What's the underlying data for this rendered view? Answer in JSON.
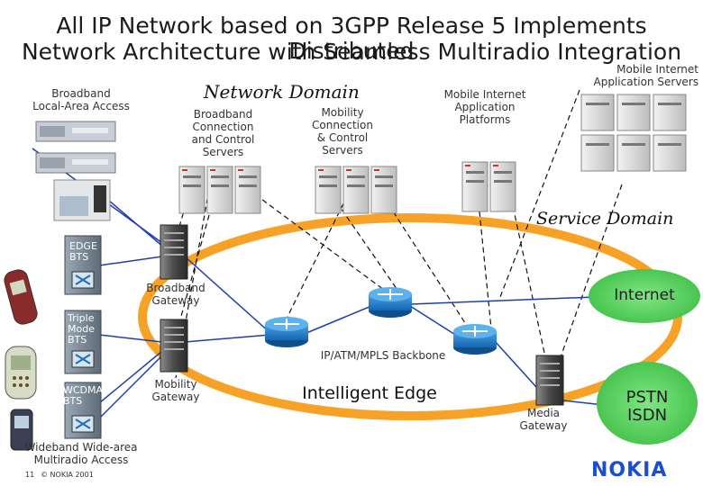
{
  "title": {
    "line1": "All IP Network based on 3GPP Release 5 Implements Distributed",
    "line2": "Network Architecture with Seamless Multiradio Integration"
  },
  "labels": {
    "mobile_internet_app_servers": [
      "Mobile Internet",
      "Application Servers"
    ],
    "broadband_lan": [
      "Broadband",
      "Local-Area Access"
    ],
    "network_domain": "Network Domain",
    "broadband_connection_servers": [
      "Broadband",
      "Connection",
      "and Control",
      "Servers"
    ],
    "mobility_connection_servers": [
      "Mobility",
      "Connection",
      "& Control",
      "Servers"
    ],
    "mobile_internet_app_platforms": [
      "Mobile Internet",
      "Application",
      "Platforms"
    ],
    "service_domain": "Service Domain",
    "edge_bts": [
      "EDGE",
      "BTS"
    ],
    "triple_mode_bts": [
      "Triple",
      "Mode",
      "BTS"
    ],
    "wcdma_bts": [
      "WCDMA",
      "BTS"
    ],
    "broadband_gateway": [
      "Broadband",
      "Gateway"
    ],
    "mobility_gateway": [
      "Mobility",
      "Gateway"
    ],
    "internet": "Internet",
    "backbone": "IP/ATM/MPLS Backbone",
    "intelligent_edge": "Intelligent Edge",
    "media_gateway": [
      "Media",
      "Gateway"
    ],
    "pstn": "PSTN",
    "isdn": "ISDN",
    "wideband": [
      "Wideband Wide-area",
      "Multiradio Access"
    ],
    "page_number": "11",
    "copyright": "© NOKIA 2001",
    "logo": "NOKIA"
  },
  "colors": {
    "backbone_ring": "#f7a226",
    "cloud_green": "#55d35c",
    "logo_blue": "#1a4fd0",
    "link_blue": "#1f3fa8"
  },
  "icons": [
    "server-rack-icon",
    "router-icon",
    "bts-cabinet-icon",
    "mobile-phone-icon",
    "switch-chassis-icon"
  ]
}
